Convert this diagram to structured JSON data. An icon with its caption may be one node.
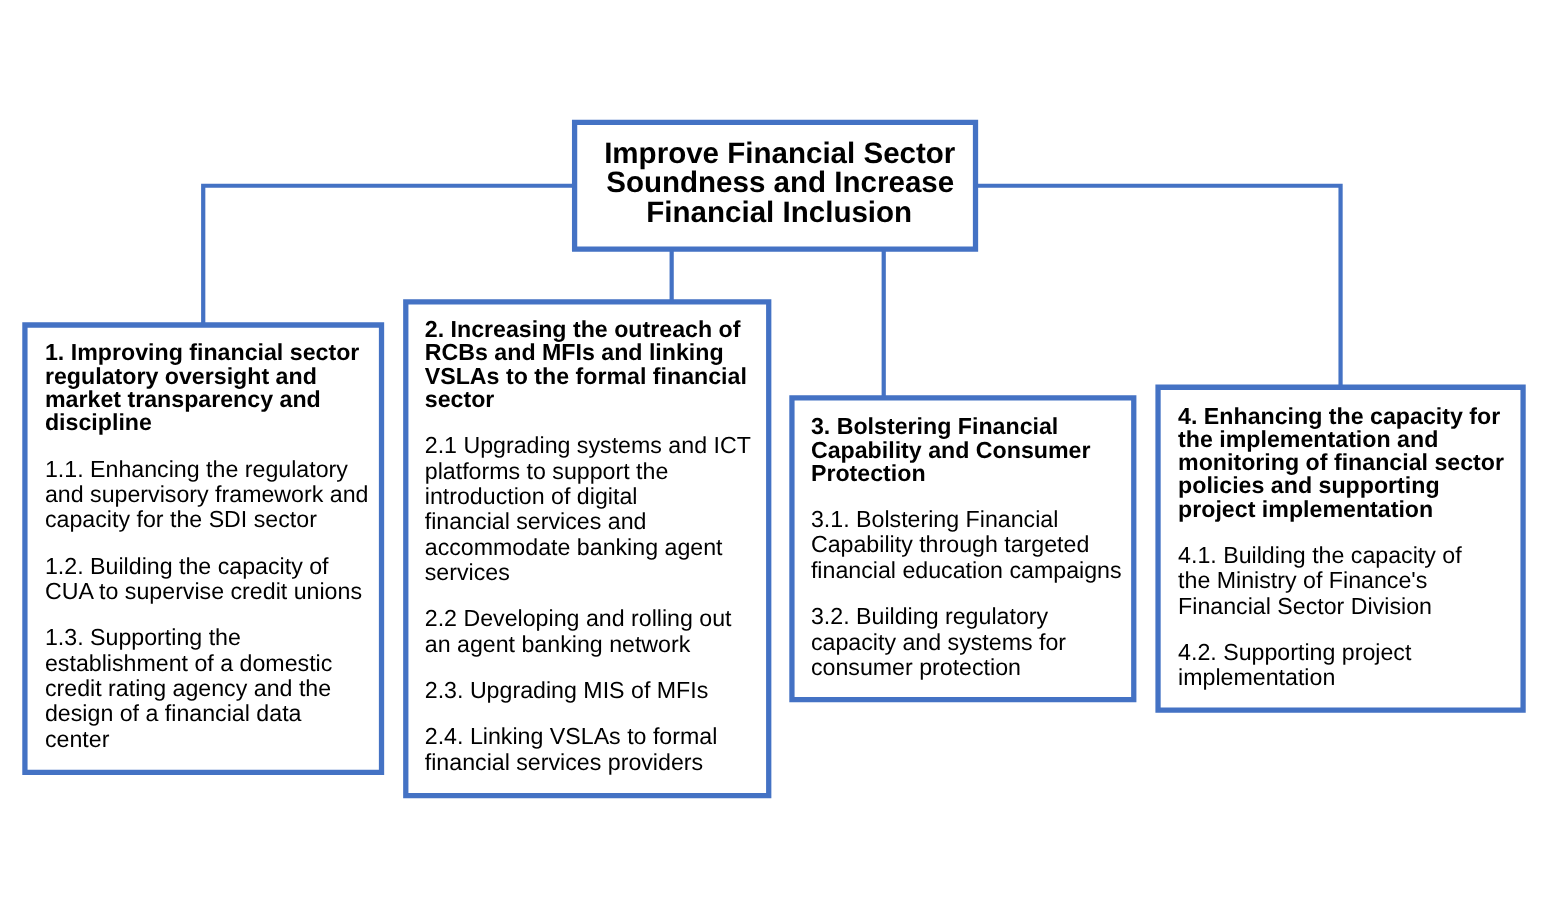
{
  "diagram": {
    "nodes": [
      {
        "text": [
          "Improve Financial Sector Soundness and Increase Financial Inclusion"
        ]
      },
      {
        "text": [
          "1. Improving financial sector regulatory oversight and market transparency and discipline",
          "1.1. Enhancing the regulatory and supervisory framework and capacity for the SDI sector",
          "1.2. Building the capacity of CUA to supervise credit unions",
          "1.3. Supporting the establishment of a domestic credit rating agency and the design of a financial data center"
        ]
      },
      {
        "text": [
          "2. Increasing the outreach of RCBs and MFIs and linking VSLAs to the formal financial sector",
          "2.1 Upgrading systems and ICT platforms to support the introduction of digital financial services and accommodate banking agent services",
          "2.2 Developing and rolling out an agent banking network",
          "2.3. Upgrading MIS of MFIs",
          "2.4. Linking VSLAs to formal financial services providers"
        ]
      },
      {
        "text": [
          "3. Bolstering Financial Capability and Consumer Protection",
          "3.1. Bolstering Financial Capability through targeted financial education campaigns",
          "3.2. Building regulatory capacity and systems for consumer protection"
        ]
      },
      {
        "text": [
          "4. Enhancing the capacity for the implementation and monitoring of financial sector policies and supporting project implementation",
          "4.1. Building the capacity of the Ministry of Finance's Financial Sector Division",
          "4.2. Supporting project implementation"
        ]
      }
    ],
    "edges": [
      {
        "from": 0,
        "to": 1,
        "arrow": "none"
      },
      {
        "from": 0,
        "to": 2,
        "arrow": "none"
      },
      {
        "from": 0,
        "to": 3,
        "arrow": "none"
      },
      {
        "from": 0,
        "to": 4,
        "arrow": "none"
      }
    ]
  }
}
